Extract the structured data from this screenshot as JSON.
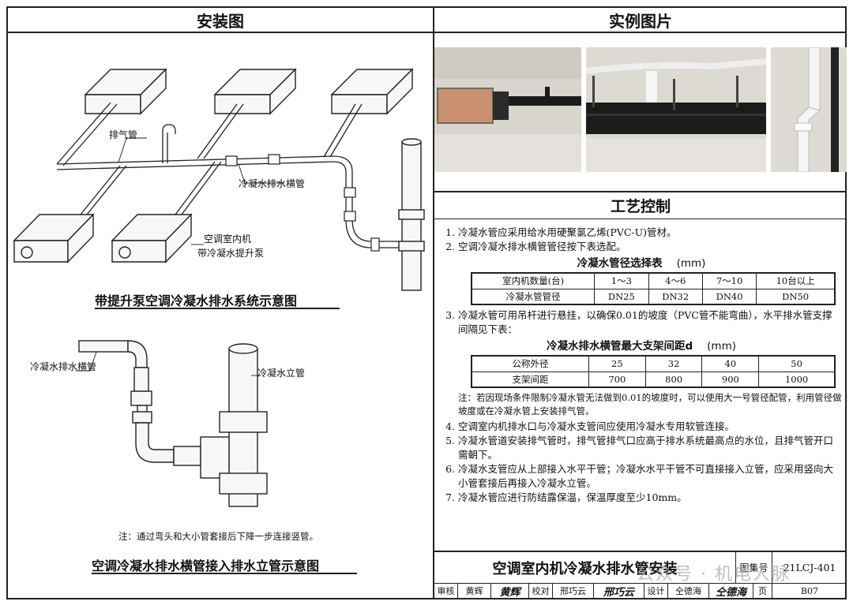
{
  "headers": {
    "install": "安装图",
    "photos": "实例图片"
  },
  "diagram1": {
    "labels": {
      "vent_pipe": "排气管",
      "horizontal_pipe": "冷凝水排水横管",
      "indoor_unit": "空调室内机",
      "lift_pump": "带冷凝水提升泵"
    },
    "caption": "带提升泵空调冷凝水排水系统示意图"
  },
  "diagram2": {
    "labels": {
      "horizontal_pipe": "冷凝水排水横管",
      "vertical_pipe": "冷凝水立管"
    },
    "note": "注：通过弯头和大小管套接后下降一步连接竖管。",
    "caption": "空调冷凝水排水横管接入排水立管示意图"
  },
  "process": {
    "title": "工艺控制",
    "items": [
      {
        "num": "1.",
        "text": "冷凝水管应采用给水用硬聚氯乙烯(PVC-U)管材。"
      },
      {
        "num": "2.",
        "text": "空调冷凝水排水横管管径按下表选配。"
      },
      {
        "num": "3.",
        "text": "冷凝水管可用吊杆进行悬挂，以确保0.01的坡度（PVC管不能弯曲），水平排水管支撑间隔见下表："
      },
      {
        "num": "4.",
        "text": "空调室内机排水口与冷凝水支管间应使用冷凝水专用软管连接。"
      },
      {
        "num": "5.",
        "text": "冷凝水管道安装排气管时，排气管排气口应高于排水系统最高点的水位，且排气管开口需朝下。"
      },
      {
        "num": "6.",
        "text": "冷凝水支管应从上部接入水平干管；冷凝水水平干管不可直接接入立管，应采用竖向大小管套接后再接入冷凝水立管。"
      },
      {
        "num": "7.",
        "text": "冷凝水管应进行防结露保温，保温厚度至少10mm。"
      }
    ],
    "table1": {
      "title": "冷凝水管径选择表",
      "unit": "(mm)",
      "rows": [
        [
          "室内机数量(台)",
          "1～3",
          "4～6",
          "7～10",
          "10台以上"
        ],
        [
          "冷凝水管管径",
          "DN25",
          "DN32",
          "DN40",
          "DN50"
        ]
      ]
    },
    "table2": {
      "title": "冷凝水排水横管最大支架间距d",
      "unit": "(mm)",
      "rows": [
        [
          "公称外径",
          "25",
          "32",
          "40",
          "50"
        ],
        [
          "支架间距",
          "700",
          "800",
          "900",
          "1000"
        ]
      ]
    },
    "note": "注：若因现场条件限制冷凝水管无法做到0.01的坡度时，可以使用大一号管径配管，利用管径做坡度或在冷凝水管上安装排气管。"
  },
  "title_block": {
    "title": "空调室内机冷凝水排水管安装",
    "atlas_label": "图集号",
    "atlas_no": "21LCJ-401",
    "review_label": "审核",
    "reviewer": "黄辉",
    "reviewer_sig": "黄辉",
    "check_label": "校对",
    "checker": "邢巧云",
    "checker_sig": "邢巧云",
    "design_label": "设计",
    "designer": "仝德海",
    "designer_sig": "仝德海",
    "page_label": "页",
    "page": "B07"
  },
  "watermark": "公众号 · 机电人脉",
  "colors": {
    "ink": "#222222",
    "pipe": "#f4f4f4",
    "photo_wall": "#d8d4ce",
    "insulation": "#1b1b1b"
  }
}
